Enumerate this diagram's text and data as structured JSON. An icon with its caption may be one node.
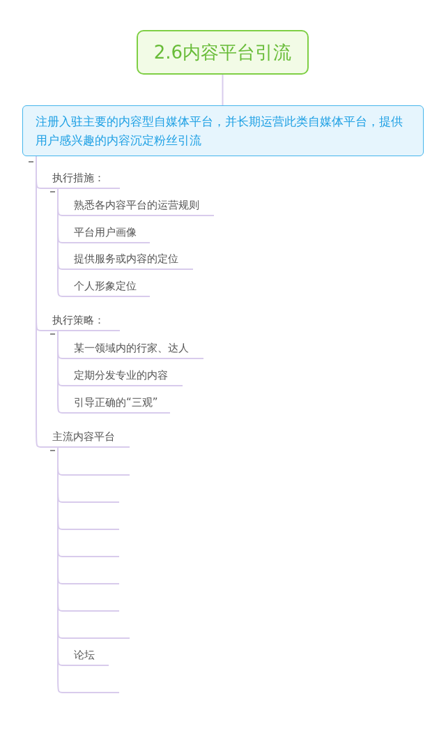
{
  "diagram": {
    "nodes": [
      {
        "text": [
          "2.6内容平台引流"
        ]
      },
      {
        "text": [
          "注册入驻主要的内容型自媒体平台，并长期运营此类自媒体平台，提供用户感兴趣的内容沉定粉丝引流"
        ]
      },
      {
        "text": [
          "执行措施："
        ]
      },
      {
        "text": [
          "熟悉各内容平台的运营规则"
        ]
      },
      {
        "text": [
          "平台用户画像"
        ]
      },
      {
        "text": [
          "提供服务或内容的定位"
        ]
      },
      {
        "text": [
          "个人形象定位"
        ]
      },
      {
        "text": [
          "执行策略："
        ]
      },
      {
        "text": [
          "某一领域内的行家、达人"
        ]
      },
      {
        "text": [
          "定期分发专业的内容"
        ]
      },
      {
        "text": [
          "引导正确的“三观”"
        ]
      },
      {
        "text": [
          "主流内容平台"
        ]
      },
      {
        "text": [],
        "shape": "line"
      },
      {
        "text": [],
        "shape": "line"
      },
      {
        "text": [],
        "shape": "line"
      },
      {
        "text": [],
        "shape": "line"
      },
      {
        "text": [],
        "shape": "line"
      },
      {
        "text": [],
        "shape": "line"
      },
      {
        "text": [],
        "shape": "line"
      },
      {
        "text": [
          "论坛"
        ]
      },
      {
        "text": [],
        "shape": "line"
      }
    ],
    "edges": [
      {
        "from": 0,
        "to": 1,
        "arrow": "none"
      },
      {
        "from": 1,
        "to": 2,
        "arrow": "none"
      },
      {
        "from": 2,
        "to": 3,
        "arrow": "none"
      },
      {
        "from": 2,
        "to": 4,
        "arrow": "none"
      },
      {
        "from": 2,
        "to": 5,
        "arrow": "none"
      },
      {
        "from": 2,
        "to": 6,
        "arrow": "none"
      },
      {
        "from": 1,
        "to": 7,
        "arrow": "none"
      },
      {
        "from": 7,
        "to": 8,
        "arrow": "none"
      },
      {
        "from": 7,
        "to": 9,
        "arrow": "none"
      },
      {
        "from": 7,
        "to": 10,
        "arrow": "none"
      },
      {
        "from": 1,
        "to": 11,
        "arrow": "none"
      },
      {
        "from": 11,
        "to": 12,
        "arrow": "none"
      },
      {
        "from": 11,
        "to": 13,
        "arrow": "none"
      },
      {
        "from": 11,
        "to": 14,
        "arrow": "none"
      },
      {
        "from": 11,
        "to": 15,
        "arrow": "none"
      },
      {
        "from": 11,
        "to": 16,
        "arrow": "none"
      },
      {
        "from": 11,
        "to": 17,
        "arrow": "none"
      },
      {
        "from": 11,
        "to": 18,
        "arrow": "none"
      },
      {
        "from": 11,
        "to": 19,
        "arrow": "none"
      },
      {
        "from": 11,
        "to": 20,
        "arrow": "none"
      }
    ]
  }
}
